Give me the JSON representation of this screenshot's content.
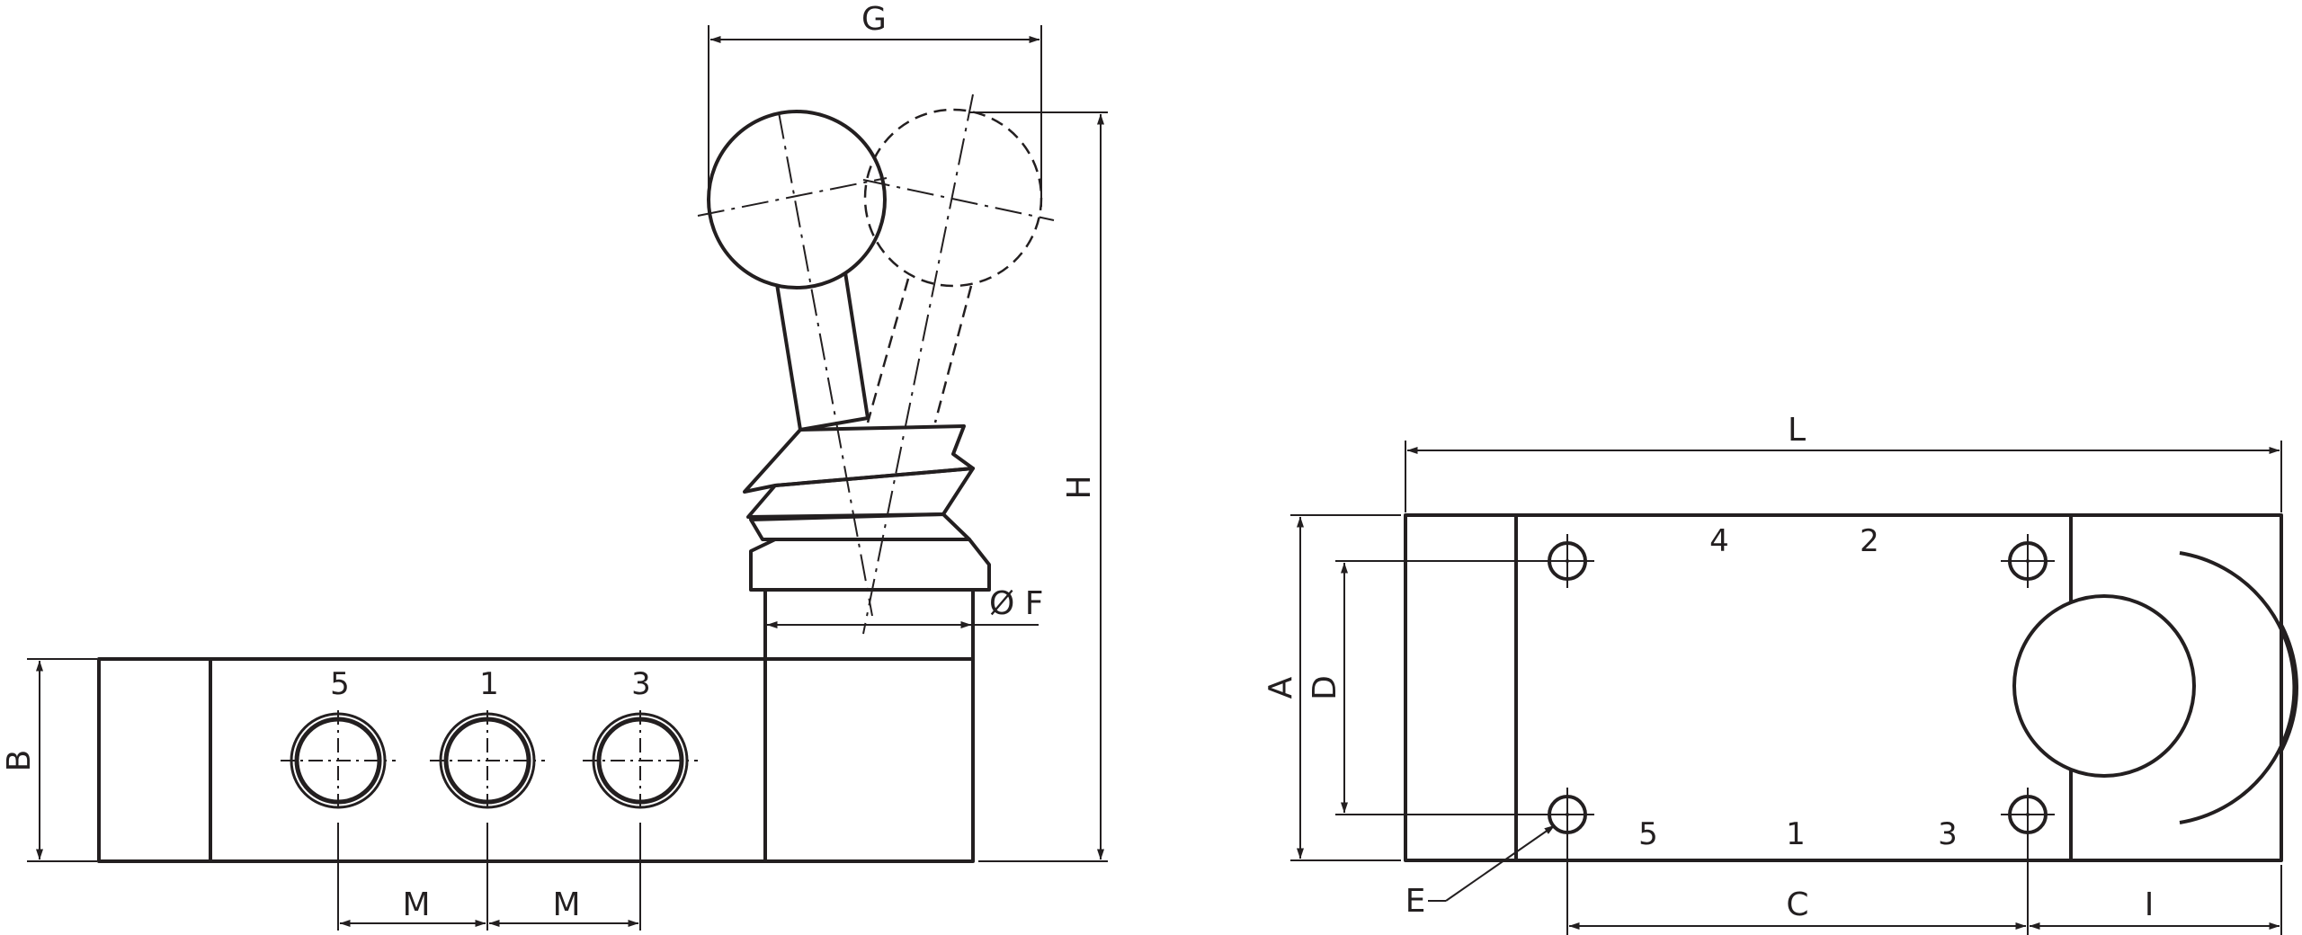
{
  "front_view": {
    "ports": {
      "left": "5",
      "center": "1",
      "right": "3"
    },
    "dimensions": {
      "lever_travel": "G",
      "total_height": "H",
      "collar_diameter": "Ø F",
      "body_height": "B",
      "port_pitch_1": "M",
      "port_pitch_2": "M"
    }
  },
  "top_view": {
    "ports_top": {
      "left": "4",
      "right": "2"
    },
    "ports_bottom": {
      "left": "5",
      "center": "1",
      "right": "3"
    },
    "dimensions": {
      "overall_length": "L",
      "body_width": "A",
      "hole_spacing_vertical": "D",
      "mounting_hole": "E",
      "hole_spacing_horizontal": "C",
      "actuator_length": "I"
    }
  },
  "colors": {
    "line": "#231f20",
    "background": "#ffffff"
  }
}
